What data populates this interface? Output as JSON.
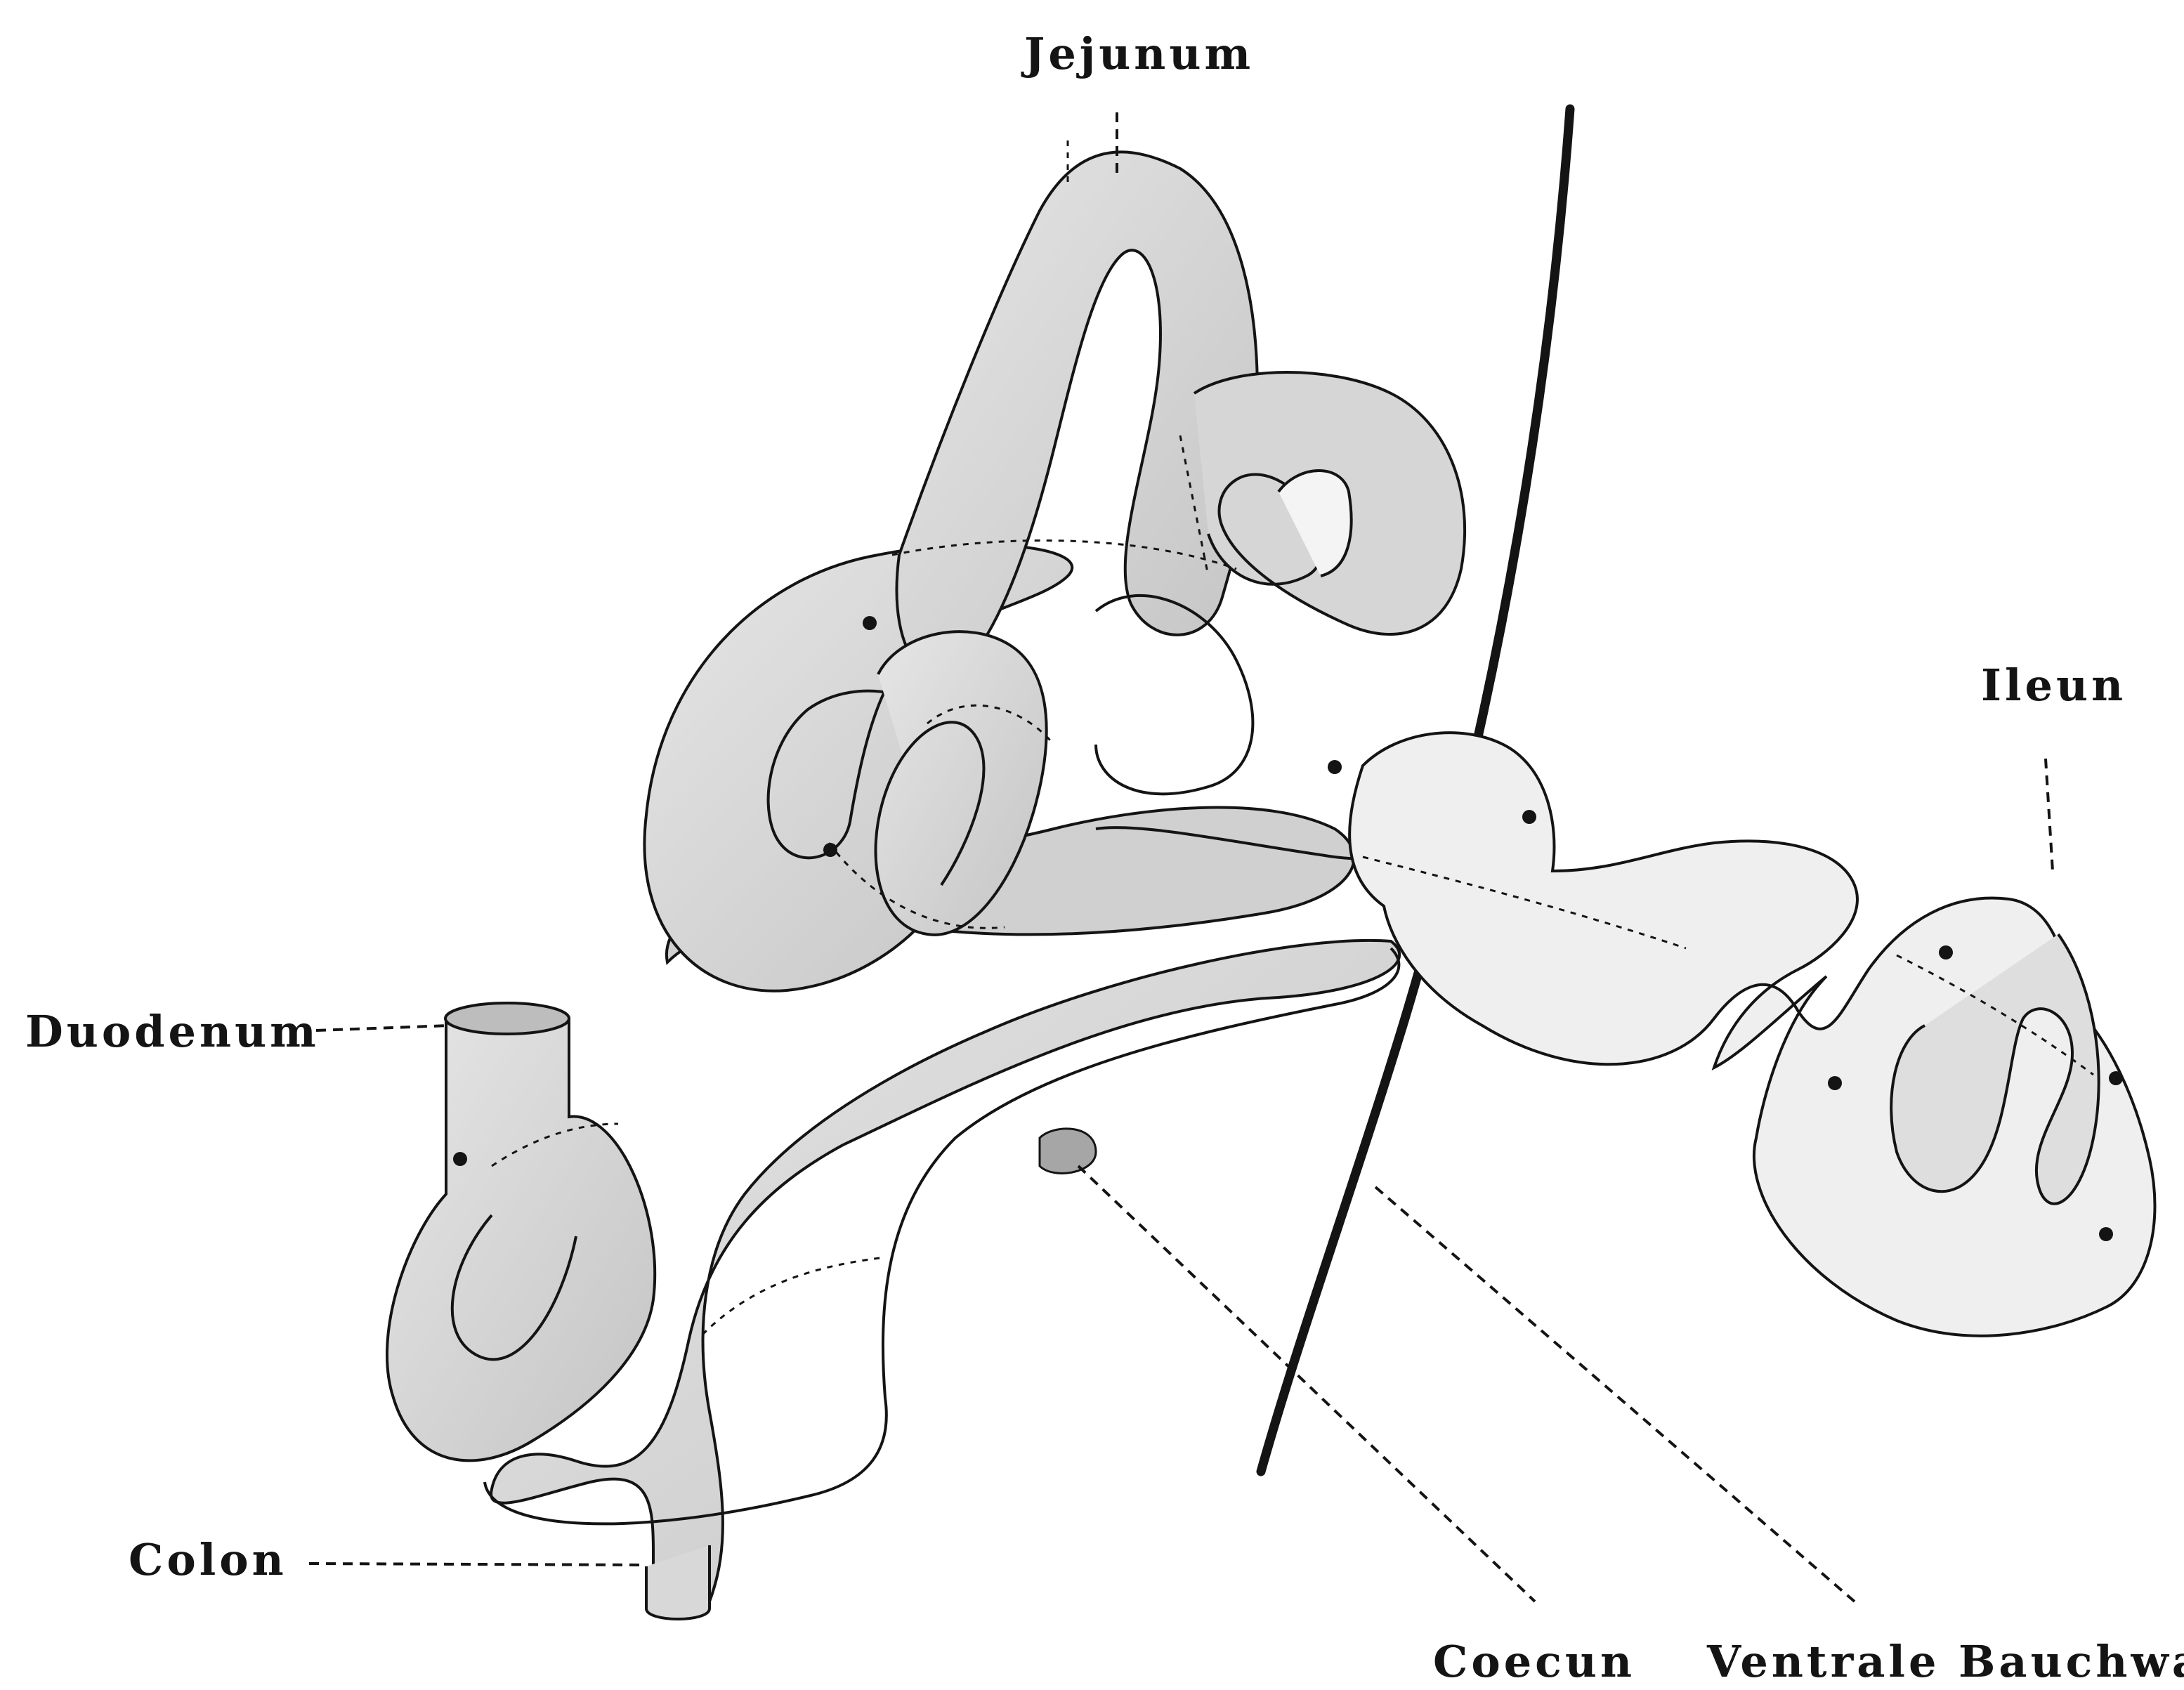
{
  "labels": {
    "jejunum": "Jejunum",
    "ileum": "Ileun",
    "duodenum": "Duodenum",
    "colon": "Colon",
    "coecum": "Coecun",
    "ventral_wall": "Ventrale Bauchwand"
  },
  "colors": {
    "ink": "#141414",
    "tube_fill": "#dcdcdc",
    "tube_shadow": "#8a8a8a",
    "background": "#ffffff"
  }
}
